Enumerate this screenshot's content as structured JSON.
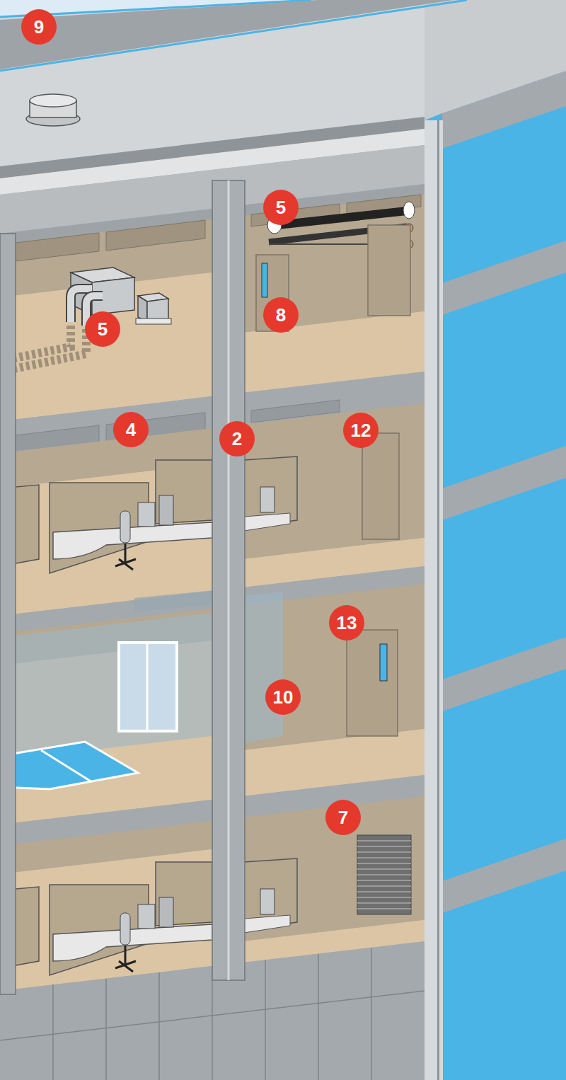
{
  "diagram": {
    "labels": [
      "9",
      "5",
      "8",
      "5",
      "4",
      "12",
      "2",
      "13",
      "10",
      "7"
    ]
  }
}
